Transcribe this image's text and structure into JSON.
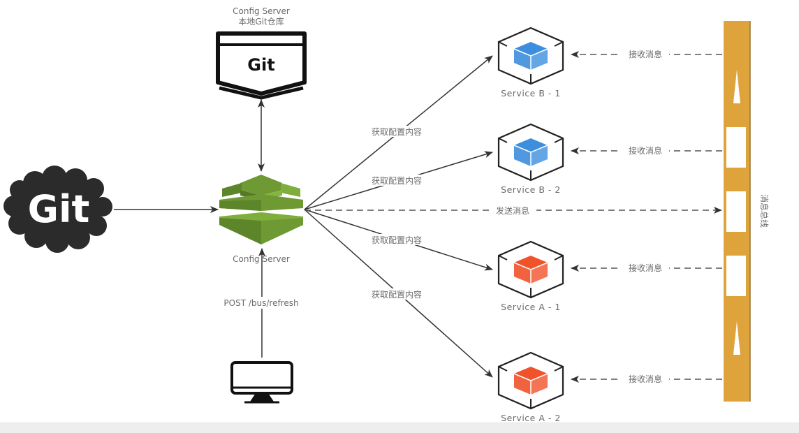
{
  "diagram": {
    "title": "Spring Cloud Bus configuration refresh",
    "colors": {
      "config_server_green": "#6f9a33",
      "service_b_blue": "#3d8ede",
      "service_a_red": "#f0522a",
      "bus_orange": "#dfa33c",
      "line": "#333333",
      "label_gray": "#6b6b6b"
    },
    "nodes": {
      "remote_git": {
        "label": "Git",
        "icon": "git-cloud-icon"
      },
      "local_git": {
        "caption_line1": "Config Server",
        "caption_line2": "本地Git仓库",
        "label": "Git",
        "icon": "git-repo-icon"
      },
      "config_server": {
        "label": "Config Server",
        "icon": "config-server-icon"
      },
      "client": {
        "icon": "desktop-monitor-icon"
      },
      "message_bus": {
        "label": "消息总线",
        "icon": "message-bus-icon"
      },
      "services": [
        {
          "id": "service-b-1",
          "label": "Service B - 1",
          "group": "B"
        },
        {
          "id": "service-b-2",
          "label": "Service B - 2",
          "group": "B"
        },
        {
          "id": "service-a-1",
          "label": "Service A - 1",
          "group": "A"
        },
        {
          "id": "service-a-2",
          "label": "Service A - 2",
          "group": "A"
        }
      ]
    },
    "edges": {
      "fetch_config": "获取配置内容",
      "receive_message": "接收消息",
      "send_message": "发送消息",
      "refresh_request": "POST /bus/refresh"
    }
  }
}
